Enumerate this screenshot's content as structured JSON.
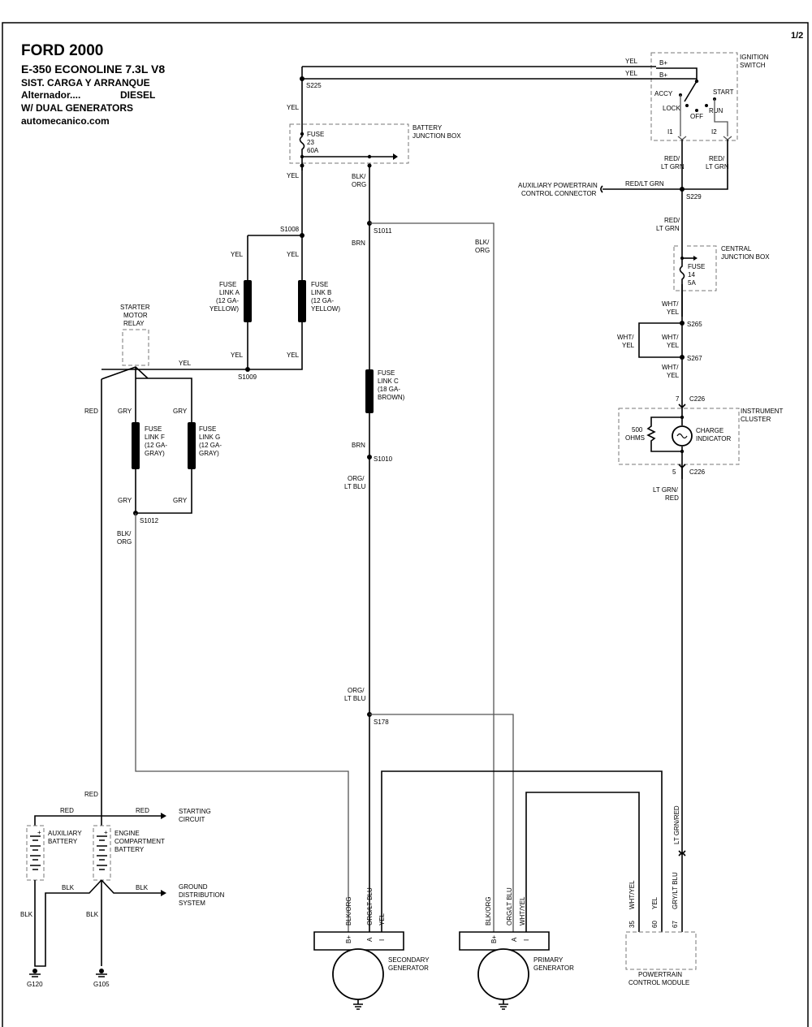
{
  "header": {
    "title": "FORD 2000",
    "line1": "E-350 ECONOLINE  7.3L  V8",
    "line2": "SIST. CARGA Y ARRANQUE",
    "line3a": "Alternador....",
    "line3b": "DIESEL",
    "line4": "W/ DUAL GENERATORS",
    "line5": "automecanico.com",
    "page": "1/2"
  },
  "components": {
    "ignition_switch": [
      "IGNITION",
      "SWITCH"
    ],
    "ign_terms": {
      "bplus1": "B+",
      "bplus2": "B+",
      "accy": "ACCY",
      "lock": "LOCK",
      "off": "OFF",
      "start": "START",
      "run": "RUN",
      "i1": "I1",
      "i2": "I2"
    },
    "battery_jb": [
      "BATTERY",
      "JUNCTION BOX"
    ],
    "fuse23": [
      "FUSE",
      "23",
      "60A"
    ],
    "aux_pcc": [
      "AUXILIARY POWERTRAIN",
      "CONTROL CONNECTOR"
    ],
    "central_jb": [
      "CENTRAL",
      "JUNCTION BOX"
    ],
    "fuse14": [
      "FUSE",
      "14",
      "5A"
    ],
    "instrument_cluster": [
      "INSTRUMENT",
      "CLUSTER"
    ],
    "resistor": [
      "500",
      "OHMS"
    ],
    "charge_indicator": [
      "CHARGE",
      "INDICATOR"
    ],
    "starter_relay": [
      "STARTER",
      "MOTOR",
      "RELAY"
    ],
    "fuse_link_a": [
      "FUSE",
      "LINK A",
      "(12 GA-",
      "YELLOW)"
    ],
    "fuse_link_b": [
      "FUSE",
      "LINK B",
      "(12 GA-",
      "YELLOW)"
    ],
    "fuse_link_c": [
      "FUSE",
      "LINK C",
      "(18 GA-",
      "BROWN)"
    ],
    "fuse_link_f": [
      "FUSE",
      "LINK F",
      "(12 GA-",
      "GRAY)"
    ],
    "fuse_link_g": [
      "FUSE",
      "LINK G",
      "(12 GA-",
      "GRAY)"
    ],
    "aux_battery": [
      "AUXILIARY",
      "BATTERY"
    ],
    "engine_battery": [
      "ENGINE",
      "COMPARTMENT",
      "BATTERY"
    ],
    "starting_circuit": [
      "STARTING",
      "CIRCUIT"
    ],
    "ground_dist": [
      "GROUND",
      "DISTRIBUTION",
      "SYSTEM"
    ],
    "secondary_gen": [
      "SECONDARY",
      "GENERATOR"
    ],
    "primary_gen": [
      "PRIMARY",
      "GENERATOR"
    ],
    "pcm": [
      "POWERTRAIN",
      "CONTROL MODULE"
    ]
  },
  "splices": {
    "s225": "S225",
    "s1008": "S1008",
    "s1009": "S1009",
    "s1011": "S1011",
    "s1010": "S1010",
    "s1012": "S1012",
    "s178": "S178",
    "s229": "S229",
    "s265": "S265",
    "s267": "S267",
    "g120": "G120",
    "g105": "G105"
  },
  "connectors": {
    "c226a": "C226",
    "c226b": "C226",
    "pin7": "7",
    "pin5": "5"
  },
  "wires": {
    "yel": "YEL",
    "red": "RED",
    "gry": "GRY",
    "brn": "BRN",
    "blk": "BLK",
    "blk_org": [
      "BLK/",
      "ORG"
    ],
    "org_ltblu": [
      "ORG/",
      "LT BLU"
    ],
    "red_ltgrn": [
      "RED/",
      "LT GRN"
    ],
    "red_ltgrn_inline": "RED/LT GRN",
    "wht_yel": [
      "WHT/",
      "YEL"
    ],
    "ltgrn_red": [
      "LT GRN/",
      "RED"
    ],
    "ltgrn_red_vert": "LT GRN/RED",
    "v_blkorg": "BLK/ORG",
    "v_orgltblu": "ORG/LT BLU",
    "v_whtyel": "WHT/YEL",
    "v_gryltblu": "GRY/LT BLU"
  },
  "terminals": {
    "bplus": "B+",
    "a": "A",
    "i": "I",
    "p35": "35",
    "p60": "60",
    "p67": "67"
  }
}
